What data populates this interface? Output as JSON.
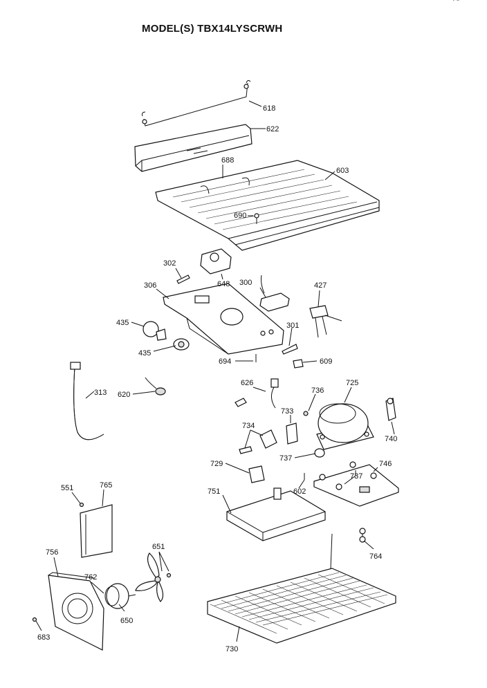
{
  "title": "MODEL(S) TBX14LYSCRWH",
  "corner_mark": "’ ”",
  "callouts": [
    {
      "id": "618",
      "label": "618"
    },
    {
      "id": "622",
      "label": "622"
    },
    {
      "id": "688",
      "label": "688"
    },
    {
      "id": "603",
      "label": "603"
    },
    {
      "id": "690",
      "label": "690"
    },
    {
      "id": "302",
      "label": "302"
    },
    {
      "id": "648",
      "label": "648"
    },
    {
      "id": "306",
      "label": "306"
    },
    {
      "id": "300",
      "label": "300"
    },
    {
      "id": "427",
      "label": "427"
    },
    {
      "id": "435a",
      "label": "435"
    },
    {
      "id": "435b",
      "label": "435"
    },
    {
      "id": "301",
      "label": "301"
    },
    {
      "id": "694",
      "label": "694"
    },
    {
      "id": "609",
      "label": "609"
    },
    {
      "id": "313",
      "label": "313"
    },
    {
      "id": "620",
      "label": "620"
    },
    {
      "id": "626",
      "label": "626"
    },
    {
      "id": "736",
      "label": "736"
    },
    {
      "id": "725",
      "label": "725"
    },
    {
      "id": "733",
      "label": "733"
    },
    {
      "id": "740",
      "label": "740"
    },
    {
      "id": "734",
      "label": "734"
    },
    {
      "id": "737a",
      "label": "737"
    },
    {
      "id": "729",
      "label": "729"
    },
    {
      "id": "746",
      "label": "746"
    },
    {
      "id": "737b",
      "label": "737"
    },
    {
      "id": "751",
      "label": "751"
    },
    {
      "id": "602",
      "label": "602"
    },
    {
      "id": "551",
      "label": "551"
    },
    {
      "id": "765",
      "label": "765"
    },
    {
      "id": "651",
      "label": "651"
    },
    {
      "id": "756",
      "label": "756"
    },
    {
      "id": "762",
      "label": "762"
    },
    {
      "id": "764",
      "label": "764"
    },
    {
      "id": "650",
      "label": "650"
    },
    {
      "id": "683",
      "label": "683"
    },
    {
      "id": "730",
      "label": "730"
    }
  ]
}
